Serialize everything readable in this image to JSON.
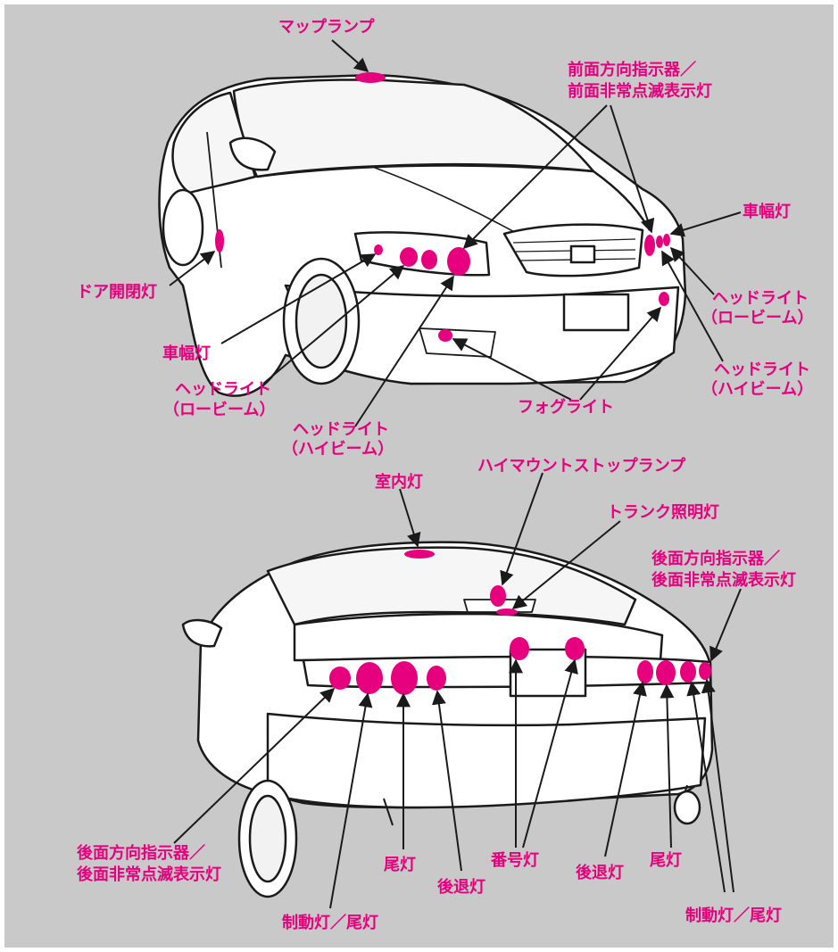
{
  "colors": {
    "background": "#c9c9c9",
    "frame": "#ffffff",
    "accent": "#e6007e",
    "line": "#1a1a1a",
    "car_fill": "#ffffff"
  },
  "front_labels": {
    "map_lamp": "マップランプ",
    "front_turn_line1": "前面方向指示器／",
    "front_turn_line2": "前面非常点滅表示灯",
    "clearance_right": "車幅灯",
    "door_courtesy": "ドア開閉灯",
    "headlight_low_right_line1": "ヘッドライト",
    "headlight_low_right_line2": "（ロービーム）",
    "clearance_left": "車幅灯",
    "headlight_high_right_line1": "ヘッドライト",
    "headlight_high_right_line2": "（ハイビーム）",
    "headlight_low_left_line1": "ヘッドライト",
    "headlight_low_left_line2": "（ロービーム）",
    "fog": "フォグライト",
    "headlight_high_left_line1": "ヘッドライト",
    "headlight_high_left_line2": "（ハイビーム）"
  },
  "rear_labels": {
    "high_mount_stop": "ハイマウントストップランプ",
    "interior": "室内灯",
    "trunk": "トランク照明灯",
    "rear_turn_right_line1": "後面方向指示器／",
    "rear_turn_right_line2": "後面非常点滅表示灯",
    "rear_turn_left_line1": "後面方向指示器／",
    "rear_turn_left_line2": "後面非常点滅表示灯",
    "tail_left": "尾灯",
    "license": "番号灯",
    "reverse_right": "後退灯",
    "tail_right": "尾灯",
    "reverse_left": "後退灯",
    "brake_tail_left": "制動灯／尾灯",
    "brake_tail_right": "制動灯／尾灯"
  }
}
